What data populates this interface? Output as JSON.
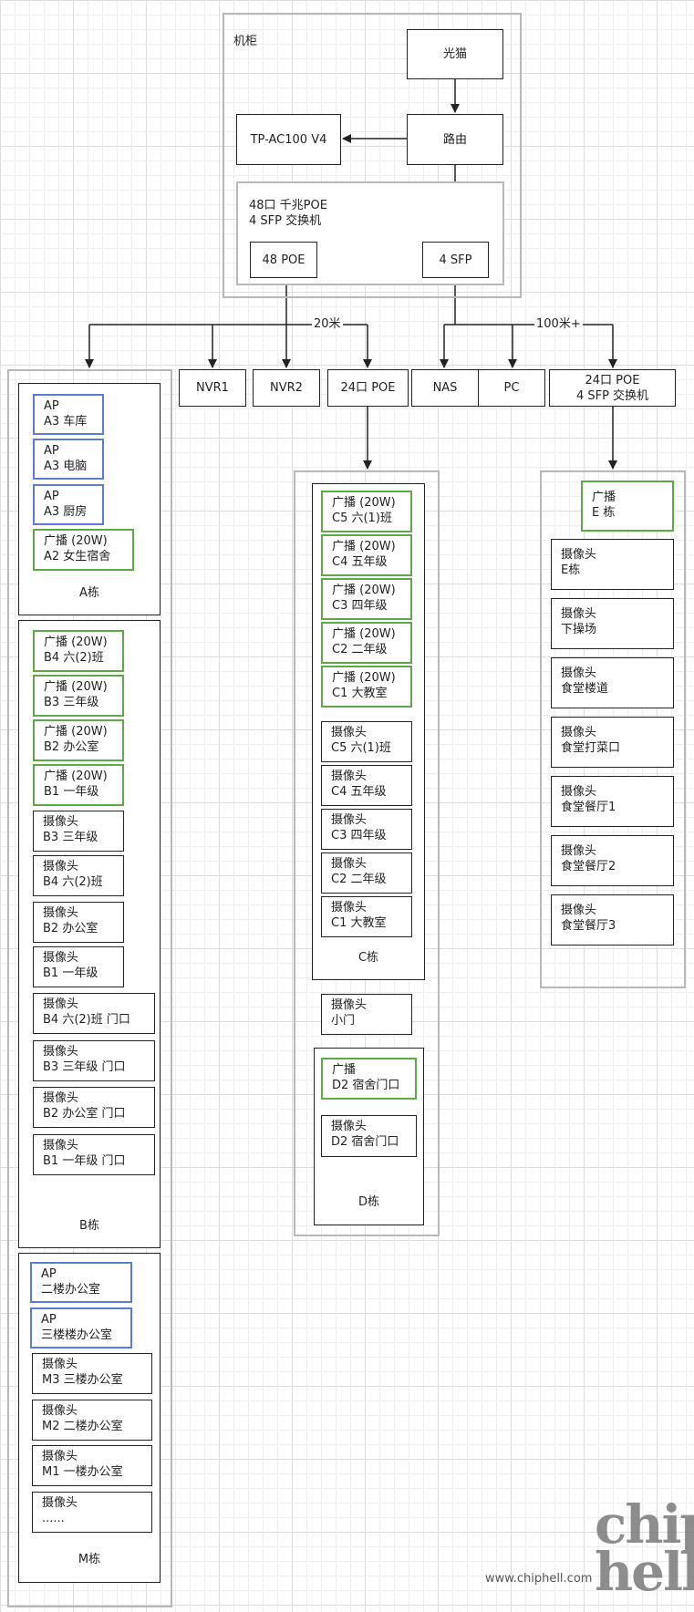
{
  "cabinet": {
    "label": "机柜",
    "modem": "光猫",
    "router": "路由",
    "controller": "TP-AC100 V4",
    "core_switch": {
      "title": "48口 千兆POE\n4 SFP 交换机",
      "port_poe": "48 POE",
      "port_sfp": "4 SFP"
    }
  },
  "links": {
    "left_distance": "20米",
    "right_distance": "100米+"
  },
  "devices": {
    "nvr1": "NVR1",
    "nvr2": "NVR2",
    "switch24": "24口 POE",
    "nas": "NAS",
    "pc": "PC",
    "switch24_sfp": "24口 POE\n4 SFP 交换机"
  },
  "building_a": {
    "label": "A栋",
    "items": [
      {
        "text": "AP\nA3 车库",
        "type": "ap"
      },
      {
        "text": "AP\nA3 电脑",
        "type": "ap"
      },
      {
        "text": "AP\nA3 厨房",
        "type": "ap"
      },
      {
        "text": "广播 (20W)\nA2 女生宿舍",
        "type": "broadcast"
      }
    ]
  },
  "building_b": {
    "label": "B栋",
    "items": [
      {
        "text": "广播 (20W)\nB4 六(2)班",
        "type": "broadcast"
      },
      {
        "text": "广播 (20W)\nB3 三年级",
        "type": "broadcast"
      },
      {
        "text": "广播 (20W)\nB2 办公室",
        "type": "broadcast"
      },
      {
        "text": "广播 (20W)\nB1 一年级",
        "type": "broadcast"
      },
      {
        "text": "摄像头\nB3 三年级",
        "type": "camera"
      },
      {
        "text": "摄像头\nB4 六(2)班",
        "type": "camera"
      },
      {
        "text": "摄像头\nB2 办公室",
        "type": "camera"
      },
      {
        "text": "摄像头\nB1 一年级",
        "type": "camera"
      },
      {
        "text": "摄像头\nB4 六(2)班 门口",
        "type": "camera"
      },
      {
        "text": "摄像头\nB3 三年级 门口",
        "type": "camera"
      },
      {
        "text": "摄像头\nB2 办公室 门口",
        "type": "camera"
      },
      {
        "text": "摄像头\nB1 一年级 门口",
        "type": "camera"
      }
    ]
  },
  "building_m": {
    "label": "M栋",
    "items": [
      {
        "text": "AP\n二楼办公室",
        "type": "ap"
      },
      {
        "text": "AP\n三楼楼办公室",
        "type": "ap"
      },
      {
        "text": "摄像头\nM3 三楼办公室",
        "type": "camera"
      },
      {
        "text": "摄像头\nM2 二楼办公室",
        "type": "camera"
      },
      {
        "text": "摄像头\nM1 一楼办公室",
        "type": "camera"
      },
      {
        "text": "摄像头\n......",
        "type": "camera"
      }
    ]
  },
  "building_c": {
    "label": "C栋",
    "items": [
      {
        "text": "广播 (20W)\nC5 六(1)班",
        "type": "broadcast"
      },
      {
        "text": "广播 (20W)\nC4 五年级",
        "type": "broadcast"
      },
      {
        "text": "广播 (20W)\nC3 四年级",
        "type": "broadcast"
      },
      {
        "text": "广播 (20W)\nC2 二年级",
        "type": "broadcast"
      },
      {
        "text": "广播 (20W)\nC1 大教室",
        "type": "broadcast"
      },
      {
        "text": "摄像头\nC5 六(1)班",
        "type": "camera"
      },
      {
        "text": "摄像头\nC4 五年级",
        "type": "camera"
      },
      {
        "text": "摄像头\nC3 四年级",
        "type": "camera"
      },
      {
        "text": "摄像头\nC2 二年级",
        "type": "camera"
      },
      {
        "text": "摄像头\nC1 大教室",
        "type": "camera"
      }
    ]
  },
  "small_gate_camera": "摄像头\n小门",
  "building_d": {
    "label": "D栋",
    "items": [
      {
        "text": "广播\nD2 宿舍门口",
        "type": "broadcast"
      },
      {
        "text": "摄像头\nD2 宿舍门口",
        "type": "camera"
      }
    ]
  },
  "building_e": {
    "items": [
      {
        "text": "广播\nE 栋",
        "type": "broadcast"
      },
      {
        "text": "摄像头\nE栋",
        "type": "camera"
      },
      {
        "text": "摄像头\n下操场",
        "type": "camera"
      },
      {
        "text": "摄像头\n食堂楼道",
        "type": "camera"
      },
      {
        "text": "摄像头\n食堂打菜口",
        "type": "camera"
      },
      {
        "text": "摄像头\n食堂餐厅1",
        "type": "camera"
      },
      {
        "text": "摄像头\n食堂餐厅2",
        "type": "camera"
      },
      {
        "text": "摄像头\n食堂餐厅3",
        "type": "camera"
      }
    ]
  },
  "watermark": {
    "site": "www.chiphell.com",
    "logo": "chip\nhell"
  },
  "colors": {
    "line": "#222222",
    "panel_border": "#b8b8b8",
    "broadcast_border": "#5fa84a",
    "ap_border": "#5b7bd5"
  }
}
